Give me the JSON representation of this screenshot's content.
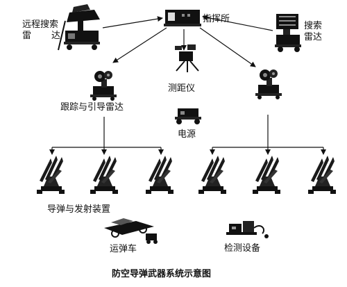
{
  "diagram": {
    "caption": "防空导弹武器系统示意图",
    "nodes": {
      "command_post": "指挥所",
      "long_range_radar_line1": "远程搜索",
      "long_range_radar_line2": "雷",
      "long_range_radar_line3": "达",
      "search_radar_line1": "搜索",
      "search_radar_line2": "雷达",
      "rangefinder": "测距仪",
      "tracking_radar": "跟踪与引导雷达",
      "power_supply": "电源",
      "launcher": "导弹与发射装置",
      "transport_vehicle": "运弹车",
      "test_equipment": "检测设备"
    },
    "edges": [
      {
        "from": "long_range_radar",
        "to": "command_post"
      },
      {
        "from": "search_radar",
        "to": "command_post"
      },
      {
        "from": "command_post",
        "to": "tracking_radar"
      },
      {
        "from": "command_post",
        "to": "rangefinder"
      },
      {
        "from": "command_post",
        "to": "right_tracking_radar"
      },
      {
        "from": "tracking_radar",
        "to": "launcher_group_left"
      },
      {
        "from": "right_tracking_radar",
        "to": "launcher_group_right"
      }
    ]
  }
}
